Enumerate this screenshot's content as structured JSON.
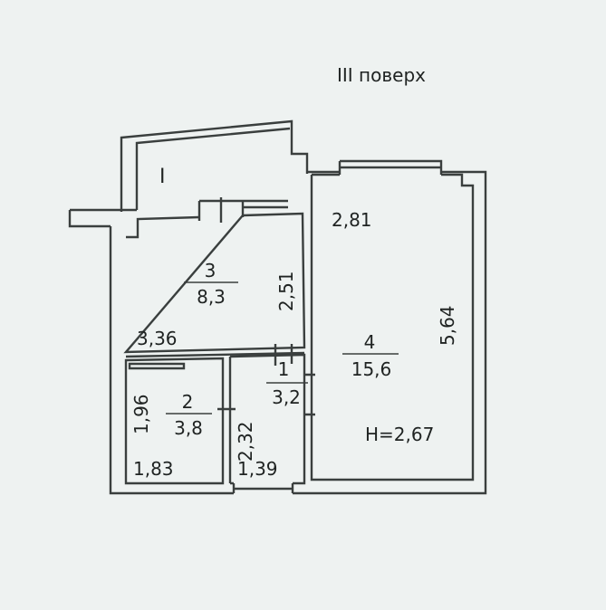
{
  "floor_label": "III поверх",
  "balcony_label": "I",
  "ceiling_height": "H=2,67",
  "rooms": [
    {
      "number": "3",
      "area": "8,3"
    },
    {
      "number": "4",
      "area": "15,6"
    },
    {
      "number": "2",
      "area": "3,8"
    },
    {
      "number": "1",
      "area": "3,2"
    }
  ],
  "dimensions": {
    "room3_width": "3,36",
    "room3_depth": "2,51",
    "room4_width": "2,81",
    "room4_depth": "5,64",
    "room2_depth": "1,96",
    "room2_width": "1,83",
    "room1_depth": "2,32",
    "room1_width": "1,39"
  },
  "colors": {
    "background": "#eef2f1",
    "wall": "#3a3f3e"
  }
}
